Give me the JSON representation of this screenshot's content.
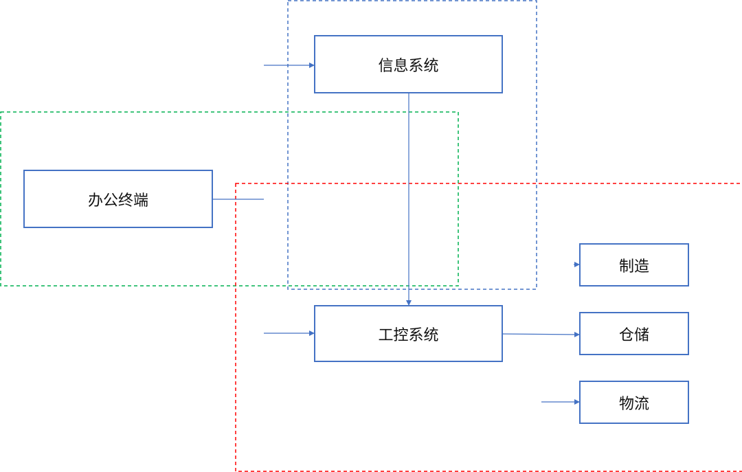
{
  "colors": {
    "box_border": "#4472c4",
    "info_zone": "#4472c4",
    "office_zone": "#00b050",
    "ot_zone": "#ff0000"
  },
  "nodes": {
    "info_system": "信息系统",
    "office_terminal": "办公终端",
    "ics": "工控系统",
    "manufacturing": "制造",
    "warehousing": "仓储",
    "logistics": "物流"
  }
}
